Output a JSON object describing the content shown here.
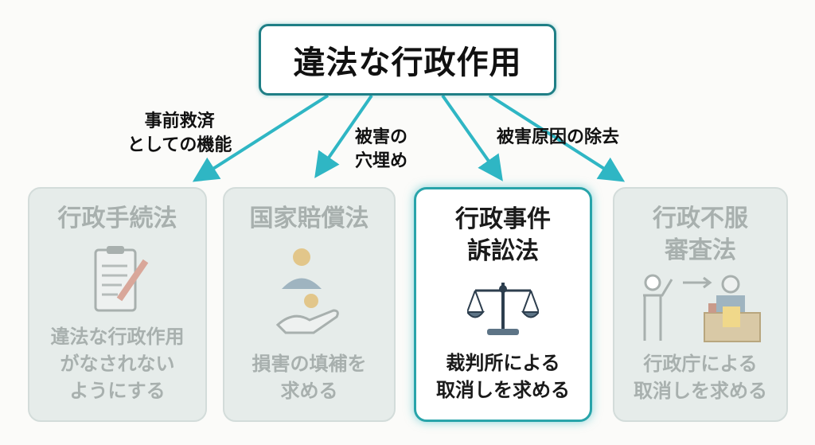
{
  "title": "違法な行政作用",
  "arrow_labels": {
    "pre_relief": [
      "事前救済",
      "としての機能"
    ],
    "compensation": [
      "被害の",
      "穴埋め"
    ],
    "removal": "被害原因の除去"
  },
  "cards": [
    {
      "name": [
        "行政手続法"
      ],
      "desc": [
        "違法な行政作用",
        "がなされない",
        "ようにする"
      ],
      "icon": "clipboard-pencil-icon",
      "active": false
    },
    {
      "name": [
        "国家賠償法"
      ],
      "desc": [
        "損害の填補を",
        "求める"
      ],
      "icon": "money-hand-icon",
      "active": false
    },
    {
      "name": [
        "行政事件",
        "訴訟法"
      ],
      "desc": [
        "裁判所による",
        "取消しを求める"
      ],
      "icon": "scales-icon",
      "active": true
    },
    {
      "name": [
        "行政不服",
        "審査法"
      ],
      "desc": [
        "行政庁による",
        "取消しを求める"
      ],
      "icon": "person-to-official-icon",
      "active": false
    }
  ],
  "colors": {
    "accent": "#28a4aa",
    "inactive_text": "#a8b0ae",
    "inactive_bg": "#e6ecea"
  }
}
